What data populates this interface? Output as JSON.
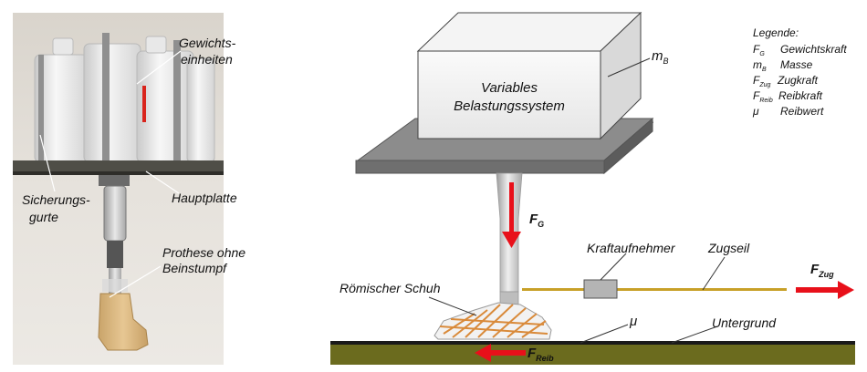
{
  "photo": {
    "labels": {
      "weights_1": "Gewichts-",
      "weights_2": "einheiten",
      "straps_1": "Sicherungs-",
      "straps_2": "gurte",
      "plate": "Hauptplatte",
      "prosthesis_1": "Prothese ohne",
      "prosthesis_2": "Beinstumpf"
    }
  },
  "diagram": {
    "box_line1": "Variables",
    "box_line2": "Belastungssystem",
    "mass_label": "m",
    "mass_sub": "B",
    "force_g": "F",
    "force_g_sub": "G",
    "sensor": "Kraftaufnehmer",
    "rope": "Zugseil",
    "force_zug": "F",
    "force_zug_sub": "Zug",
    "shoe": "Römischer Schuh",
    "mu": "μ",
    "ground": "Untergrund",
    "force_reib": "F",
    "force_reib_sub": "Reib"
  },
  "legend": {
    "title": "Legende:",
    "items": [
      {
        "sym": "F",
        "sub": "G",
        "text": "Gewichtskraft"
      },
      {
        "sym": "m",
        "sub": "B",
        "text": "Masse"
      },
      {
        "sym": "F",
        "sub": "Zug",
        "text": "Zugkraft"
      },
      {
        "sym": "F",
        "sub": "Reib",
        "text": "Reibkraft"
      },
      {
        "sym": "μ",
        "sub": "",
        "text": "Reibwert"
      }
    ]
  },
  "colors": {
    "force_arrow": "#e8101a",
    "rope": "#c8a028",
    "ground": "#6b6b1e",
    "shoe_strap": "#d98a3a",
    "plate": "#8a8a8a"
  }
}
